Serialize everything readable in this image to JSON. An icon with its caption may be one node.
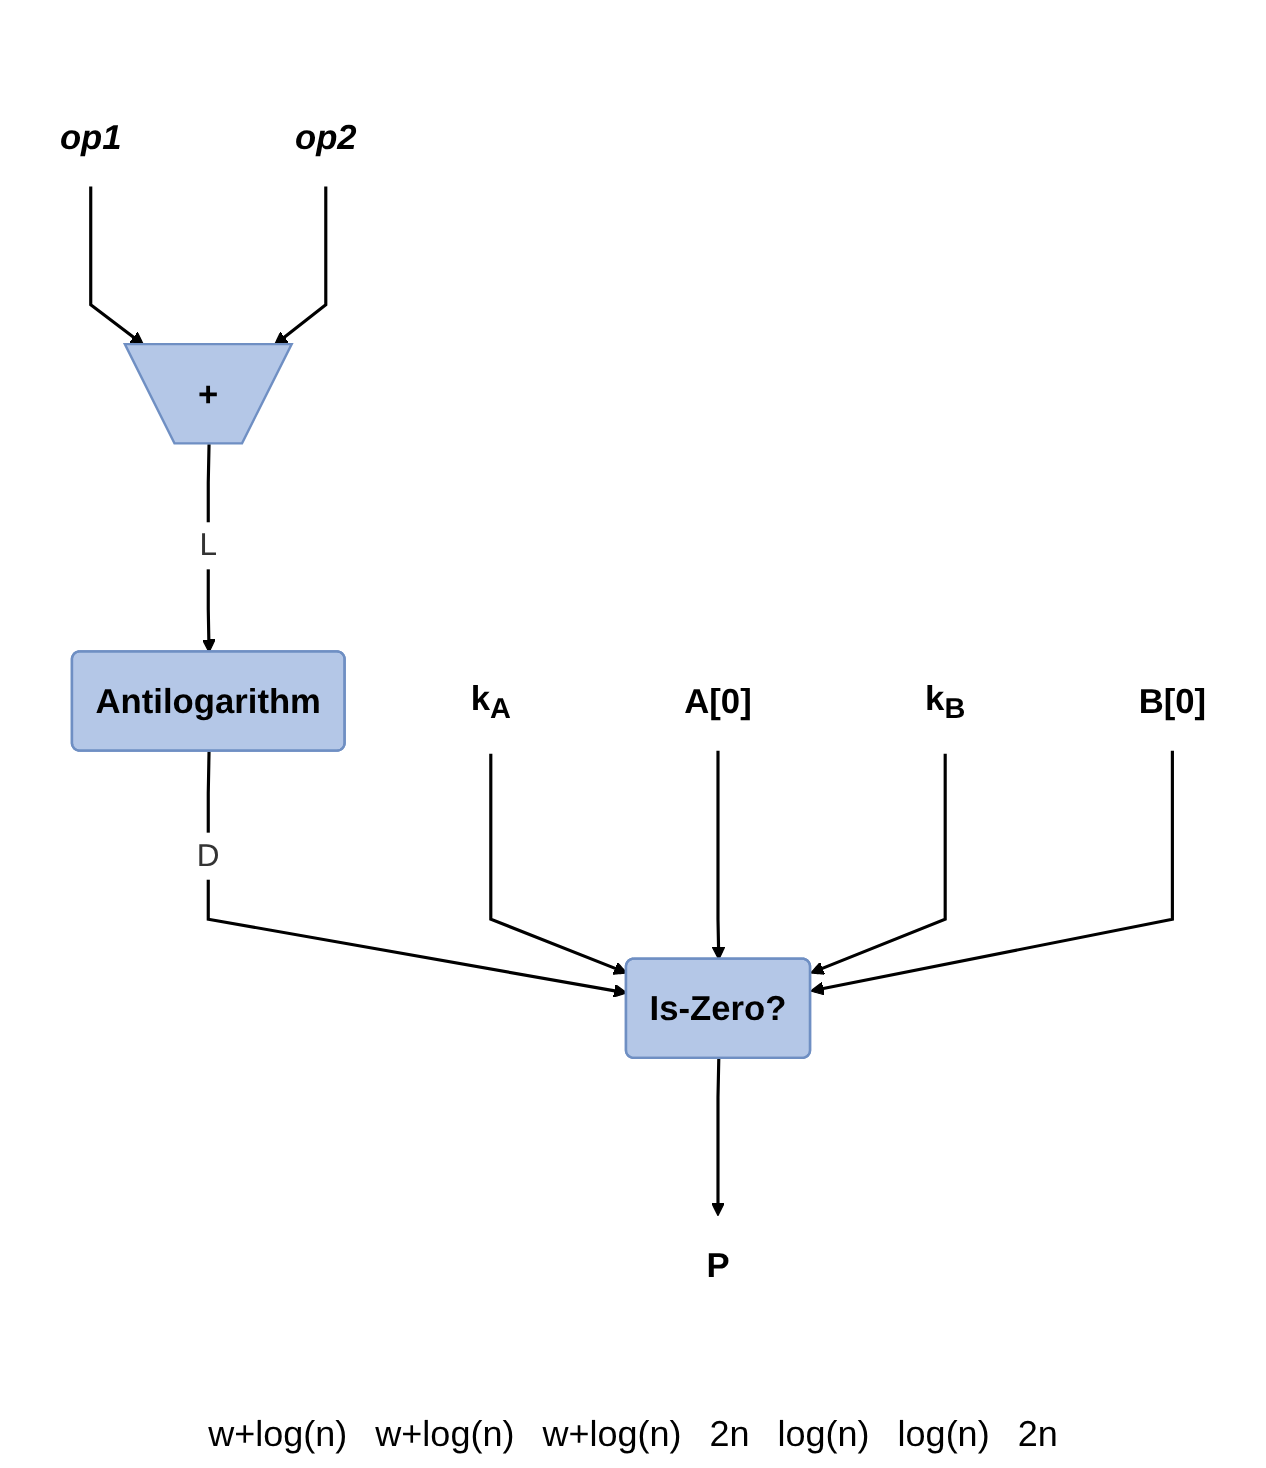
{
  "diagram": {
    "nodes": [
      {
        "text": [
          "op1"
        ]
      },
      {
        "text": [
          "op2"
        ]
      },
      {
        "text": [
          "+"
        ]
      },
      {
        "text": [
          "Antilogarithm"
        ]
      },
      {
        "text": [
          "Is-Zero?"
        ]
      },
      {
        "text": [
          "k$_{A}$"
        ]
      },
      {
        "text": [
          "A[0]"
        ]
      },
      {
        "text": [
          "k$_{B}$"
        ]
      },
      {
        "text": [
          "B[0]"
        ]
      },
      {
        "text": [
          "P"
        ]
      }
    ],
    "edges": [
      {
        "from": 0,
        "to": 2,
        "arrow": "to"
      },
      {
        "from": 1,
        "to": 2,
        "arrow": "to"
      },
      {
        "from": 2,
        "to": 3,
        "arrow": "to",
        "label": "L"
      },
      {
        "from": 3,
        "to": 4,
        "arrow": "to",
        "label": "D"
      },
      {
        "from": 5,
        "to": 4,
        "arrow": "to"
      },
      {
        "from": 6,
        "to": 4,
        "arrow": "to"
      },
      {
        "from": 7,
        "to": 4,
        "arrow": "to"
      },
      {
        "from": 8,
        "to": 4,
        "arrow": "to"
      },
      {
        "from": 4,
        "to": 9,
        "arrow": "to"
      }
    ],
    "labels": [
      "w+log(n)",
      "w+log(n)",
      "w+log(n)",
      "2n",
      "log(n)",
      "log(n)",
      "2n"
    ]
  }
}
